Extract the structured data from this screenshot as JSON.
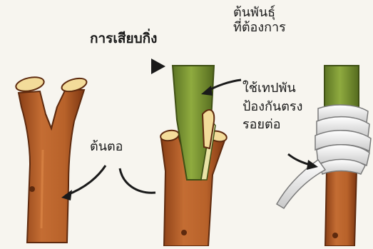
{
  "labels": {
    "title": "การเสียบกิ่ง",
    "scion": [
      "ต้นพันธุ์",
      "ที่ต้องการ"
    ],
    "tape": [
      "ใช้เทปพัน",
      "ป้องกันตรง",
      "รอยต่อ"
    ],
    "rootstock": "ต้นตอ"
  },
  "colors": {
    "background": "#f7f5ef",
    "bark": "#b8622a",
    "bark_dark": "#8a3f16",
    "cut_wood": "#f3dc9a",
    "scion": "#7f9a36",
    "scion_dark": "#5c7424",
    "tape": "#f4f4f4",
    "tape_shadow": "#b9b9b9",
    "ink": "#1a1a1a"
  }
}
